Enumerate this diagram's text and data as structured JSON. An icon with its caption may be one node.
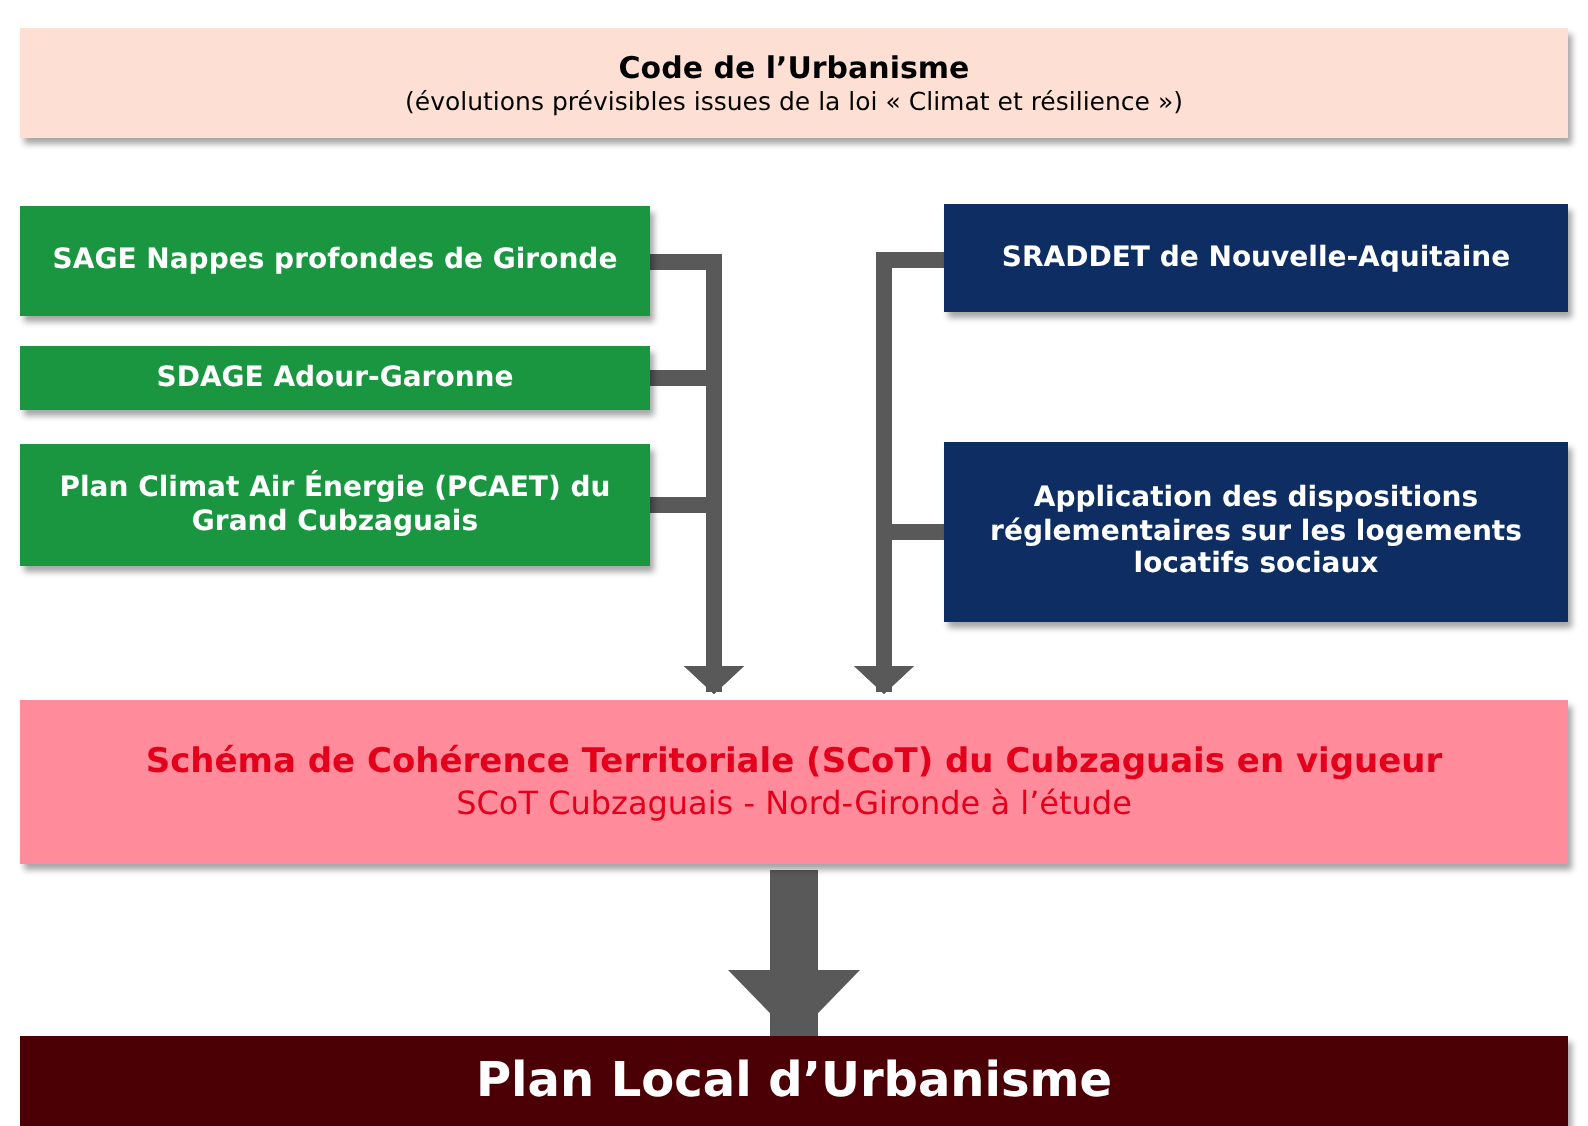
{
  "diagram": {
    "nodes": [
      {
        "text": [
          "Code de l’Urbanisme",
          "(évolutions prévisibles  issues de la loi « Climat et résilience »)"
        ]
      },
      {
        "text": [
          "SAGE Nappes profondes de Gironde"
        ]
      },
      {
        "text": [
          "SDAGE Adour-Garonne"
        ]
      },
      {
        "text": [
          "Plan Climat Air Énergie (PCAET) du Grand Cubzaguais"
        ]
      },
      {
        "text": [
          "SRADDET de Nouvelle-Aquitaine"
        ]
      },
      {
        "text": [
          "Application des dispositions réglementaires sur les logements locatifs sociaux"
        ]
      },
      {
        "text": [
          "Schéma de Cohérence Territoriale (SCoT) du Cubzaguais en vigueur",
          "SCoT Cubzaguais - Nord-Gironde à l’étude"
        ]
      },
      {
        "text": [
          "Plan Local d’Urbanisme"
        ]
      }
    ],
    "edges": [
      {
        "from": 1,
        "to": 6,
        "arrow": "to"
      },
      {
        "from": 2,
        "to": 6,
        "arrow": "to"
      },
      {
        "from": 3,
        "to": 6,
        "arrow": "to"
      },
      {
        "from": 4,
        "to": 6,
        "arrow": "to"
      },
      {
        "from": 5,
        "to": 6,
        "arrow": "to"
      },
      {
        "from": 6,
        "to": 7,
        "arrow": "to",
        "style": "thick"
      }
    ]
  }
}
